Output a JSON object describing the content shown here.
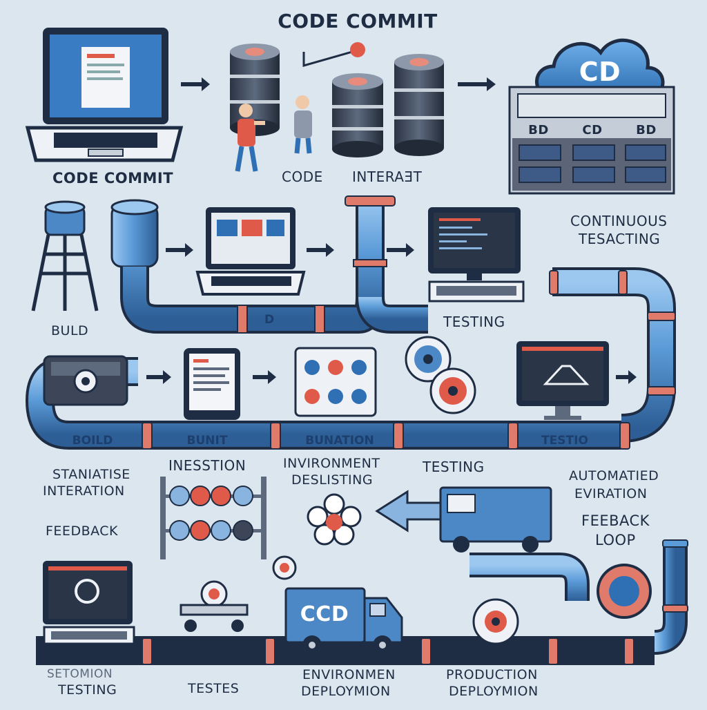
{
  "title": "CODE COMMIT",
  "row1": {
    "code_commit": "CODE COMMIT",
    "code": "CODE",
    "interact": "INTERAƎT",
    "cd_cloud": "CD",
    "cabinet_labels": [
      "BD",
      "CD",
      "BD"
    ],
    "continuous": "CONTINUOUS",
    "testing_long": "TESACTING"
  },
  "row2": {
    "build": "BULD",
    "pipe_label": "D",
    "testing": "TESTING"
  },
  "row3": {
    "pipe_labels": [
      "BOILD",
      "BUNIT",
      "BUNATION",
      "",
      "TESTIO"
    ],
    "staniatise": "STANIATISE",
    "integration": "INTERATION",
    "inestion": "INESSTION",
    "environment": "INVIRONMENT",
    "deslisting": "DESLISTING",
    "testing": "TESTING",
    "automated": "AUTOMATIED",
    "environment2": "EVIRATION"
  },
  "row4": {
    "feedback": "FEEDBACK",
    "feedback_loop_1": "FEEBACK",
    "feedback_loop_2": "LOOP"
  },
  "row5": {
    "truck_label": "CCD",
    "automation": "SETOMION",
    "testing": "TESTING",
    "tests": "TESTES",
    "environment": "ENVIRONMEN",
    "deployment_1": "DEPLOYMION",
    "production": "PRODUCTION",
    "deployment_2": "DEPLOYMION"
  },
  "colors": {
    "background": "#dbe6ee",
    "pipe": "#5b9bd8",
    "pipe_dark": "#2d5e95",
    "accent_red": "#e05a4a",
    "navy": "#1f2d44",
    "screen_blue": "#2f6fb3"
  }
}
